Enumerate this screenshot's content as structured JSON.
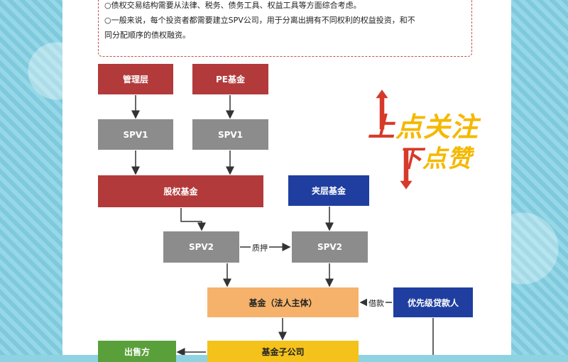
{
  "notes": [
    "○债权交易结构需要从法律、税务、债务工具、权益工具等方面综合考虑。",
    "○一般来说，每个投资者都需要建立SPV公司，用于分离出拥有不同权利的权益投资，和不",
    "同分配顺序的债权融资。"
  ],
  "nodes": {
    "mgmt": "管理层",
    "pe_fund": "PE基金",
    "spv1_left": "SPV1",
    "spv1_right": "SPV1",
    "equity_fund": "股权基金",
    "mezz": "夹层基金",
    "spv2_left": "SPV2",
    "spv2_right": "SPV2",
    "fund": "基金（法人主体）",
    "senior_lender": "优先级贷款人",
    "subsidiary": "基金子公司",
    "seller": "出售方"
  },
  "edge_labels": {
    "pledge": "质押",
    "loan": "借款"
  },
  "promo": {
    "up_char": "上",
    "up_text": "点关注",
    "down_char": "下",
    "down_text": "点赞"
  },
  "colors": {
    "red": "#b23a3a",
    "gray": "#8c8c8c",
    "blue": "#1f3ea0",
    "orange": "#f6b26b",
    "yellow": "#f4c21b",
    "green": "#5aa03a"
  }
}
